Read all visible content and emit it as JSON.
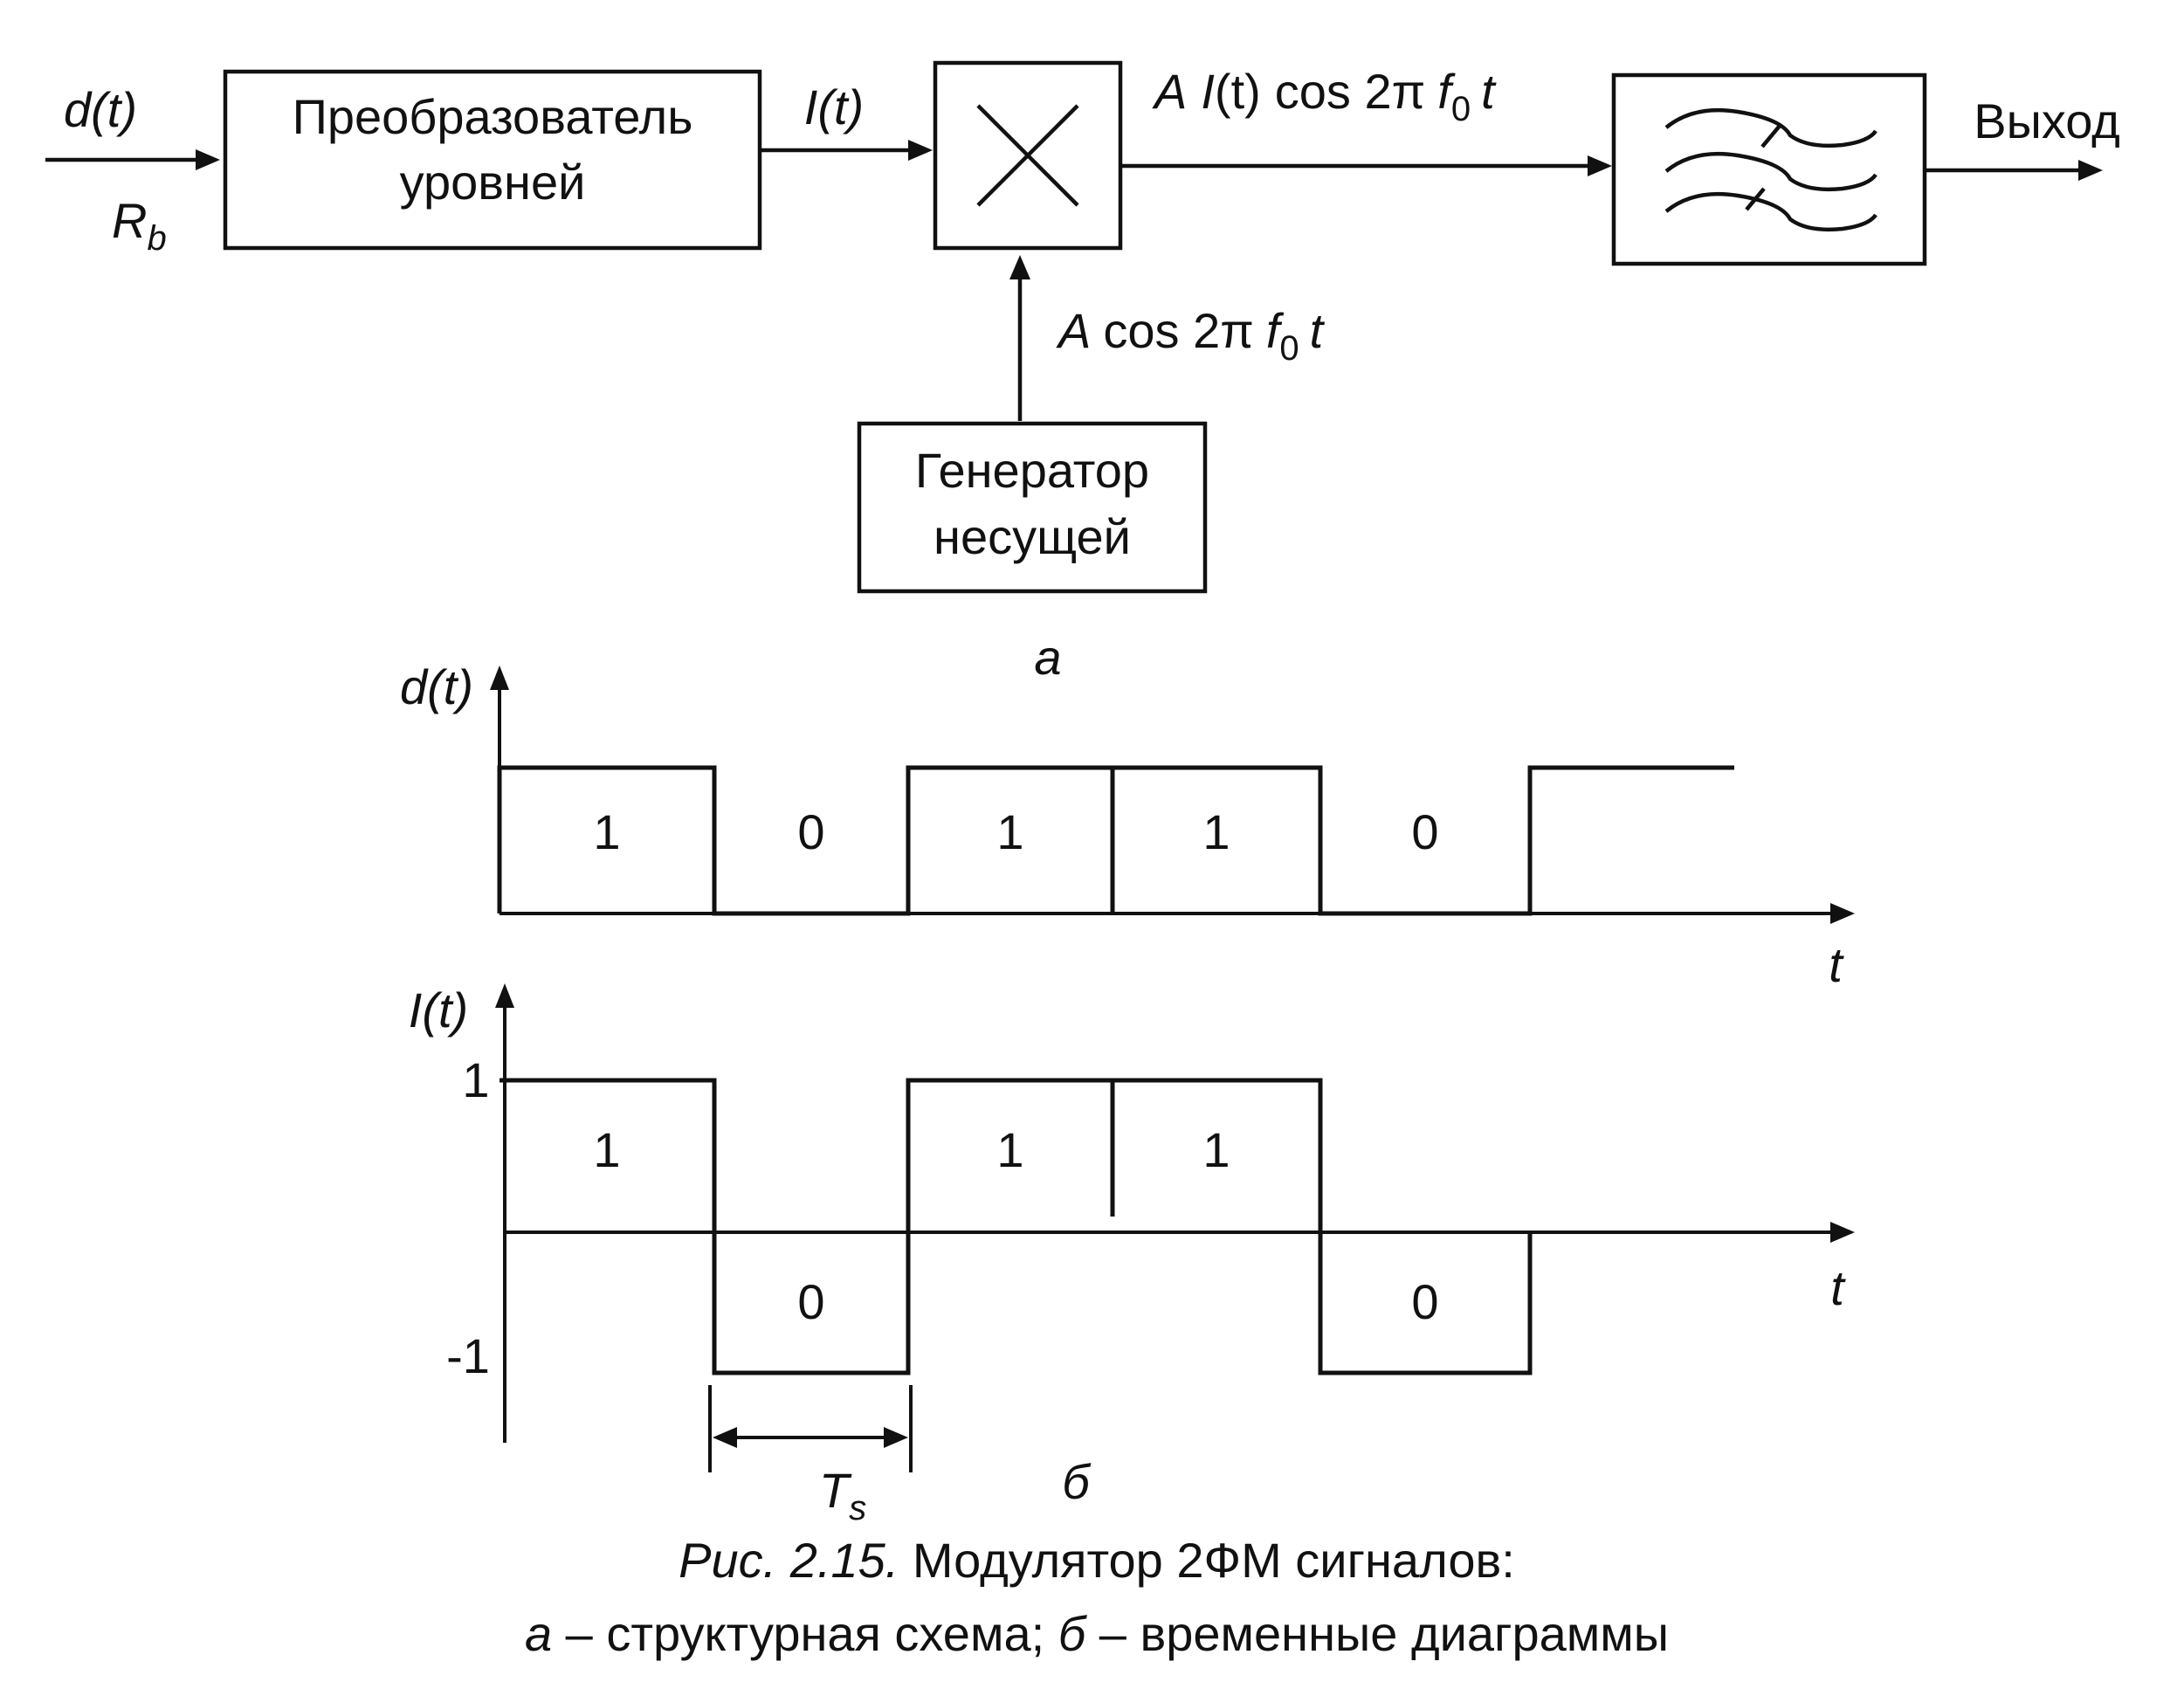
{
  "block_diagram": {
    "input_signal": "d(t)",
    "input_rate": "R",
    "input_rate_sub": "b",
    "converter_line1": "Преобразователь",
    "converter_line2": "уровней",
    "converter_output": "I(t)",
    "mixer_symbol": "×",
    "mixer_output_a": "A",
    "mixer_output_i": "I",
    "mixer_output_t": "(t)",
    "mixer_output_cos": "cos 2π",
    "mixer_output_f": "f",
    "mixer_output_sub": "0",
    "mixer_output_tt": "t",
    "carrier_a": "A",
    "carrier_cos": "cos 2π",
    "carrier_f": "f",
    "carrier_sub": "0",
    "carrier_t": "t",
    "generator_line1": "Генератор",
    "generator_line2": "несущей",
    "output_label": "Выход",
    "part_label": "а"
  },
  "timing": {
    "d_axis_label": "d(t)",
    "i_axis_label": "I(t)",
    "t_label": "t",
    "level_plus": "1",
    "level_minus": "-1",
    "period_label": "T",
    "period_sub": "s",
    "part_label": "б",
    "bits": [
      1,
      0,
      1,
      1,
      0,
      1
    ],
    "bit_labels": [
      "1",
      "0",
      "1",
      "1",
      "0"
    ]
  },
  "caption": {
    "line1_italic": "Рис. 2.15.",
    "line1_rest": " Модулятор 2ФМ сигналов:",
    "line2_a": "а",
    "line2_a_text": " – структурная схема; ",
    "line2_b": "б",
    "line2_b_text": " – временные диаграммы"
  }
}
